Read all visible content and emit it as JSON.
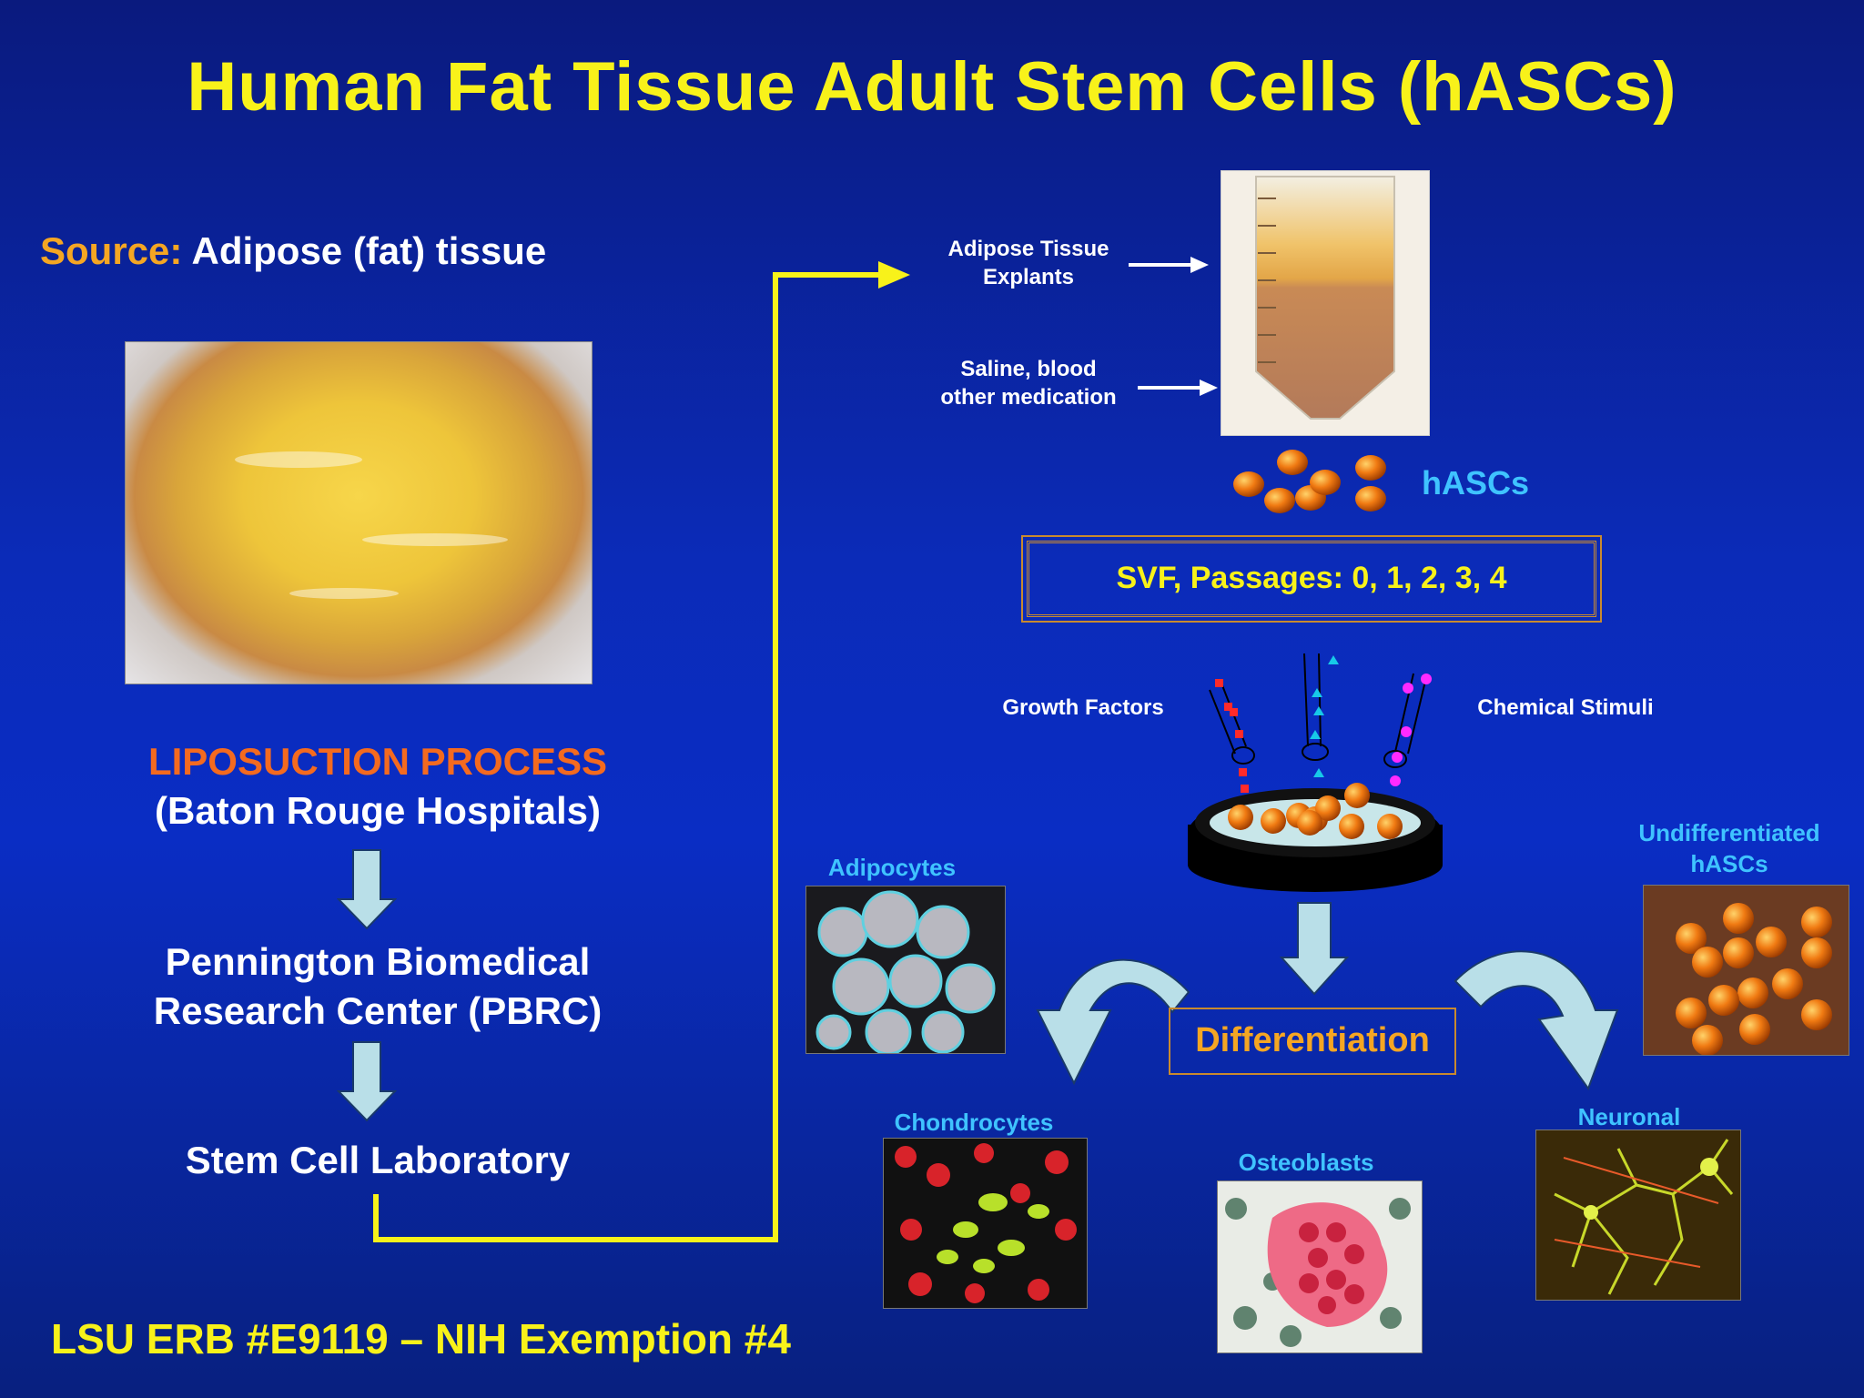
{
  "title": "Human Fat Tissue Adult Stem Cells (hASCs)",
  "source": {
    "label": "Source:",
    "text": " Adipose (fat) tissue"
  },
  "left_flow": {
    "step1_title": "LIPOSUCTION PROCESS",
    "step1_sub": "(Baton Rouge Hospitals)",
    "step2_line1": "Pennington Biomedical",
    "step2_line2": "Research Center (PBRC)",
    "step3": "Stem Cell Laboratory"
  },
  "tube": {
    "label1_line1": "Adipose Tissue",
    "label1_line2": "Explants",
    "label2_line1": "Saline, blood",
    "label2_line2": "other medication"
  },
  "hascs_label": "hASCs",
  "svf_box": "SVF, Passages: 0, 1, 2, 3, 4",
  "stimuli": {
    "left": "Growth Factors",
    "right": "Chemical Stimuli"
  },
  "differentiation": "Differentiation",
  "cell_types": {
    "adipocytes": "Adipocytes",
    "undiff_line1": "Undifferentiated",
    "undiff_line2": "hASCs",
    "chondrocytes": "Chondrocytes",
    "osteoblasts": "Osteoblasts",
    "neuronal": "Neuronal"
  },
  "footer": "LSU ERB #E9119 – NIH Exemption #4",
  "colors": {
    "title": "#f8f21a",
    "accent_orange": "#f5a623",
    "lipo_orange": "#f46a1f",
    "cyan": "#3fc3ff",
    "arrow_fill": "#b9dfe8",
    "connector": "#f8f21a"
  }
}
